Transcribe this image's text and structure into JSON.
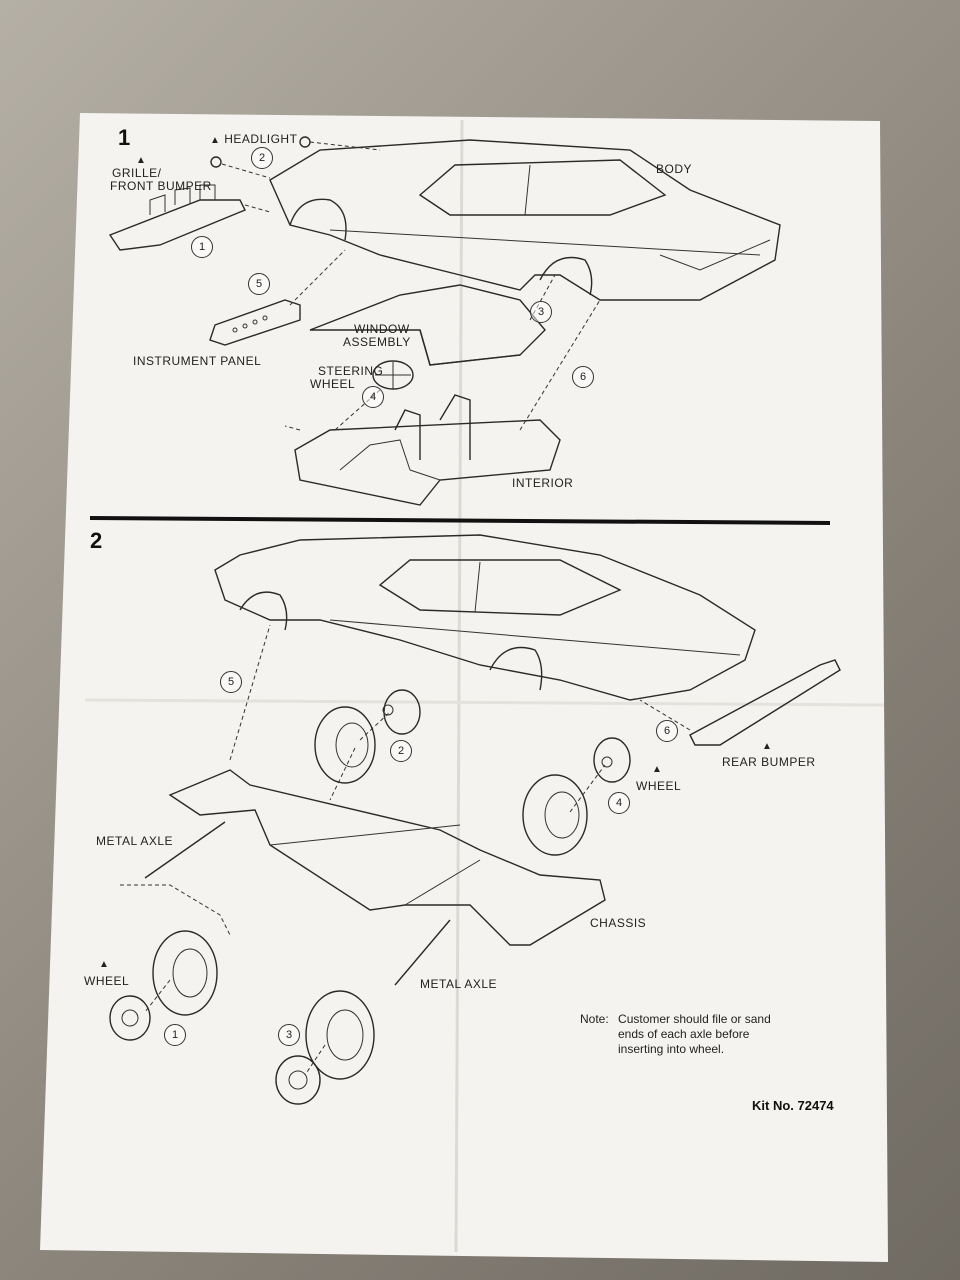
{
  "step1": {
    "number": "1",
    "labels": {
      "headlight": "HEADLIGHT",
      "grille": "GRILLE/",
      "front_bumper": "FRONT BUMPER",
      "body": "BODY",
      "window_assembly_1": "WINDOW",
      "window_assembly_2": "ASSEMBLY",
      "instrument_panel": "INSTRUMENT PANEL",
      "steering_wheel_1": "STEERING",
      "steering_wheel_2": "WHEEL",
      "interior": "INTERIOR"
    },
    "parts": [
      "1",
      "2",
      "3",
      "4",
      "5",
      "6"
    ]
  },
  "step2": {
    "number": "2",
    "labels": {
      "metal_axle_front": "METAL AXLE",
      "metal_axle_rear": "METAL AXLE",
      "wheel_left": "WHEEL",
      "wheel_right": "WHEEL",
      "rear_bumper": "REAR BUMPER",
      "chassis": "CHASSIS"
    },
    "parts": [
      "1",
      "2",
      "3",
      "4",
      "5",
      "6"
    ]
  },
  "marker_symbol": "▲",
  "note": {
    "prefix": "Note:",
    "line1": "Customer should file or sand",
    "line2": "ends of each axle before",
    "line3": "inserting into wheel."
  },
  "kit": {
    "prefix": "Kit No.",
    "number": "72474"
  }
}
